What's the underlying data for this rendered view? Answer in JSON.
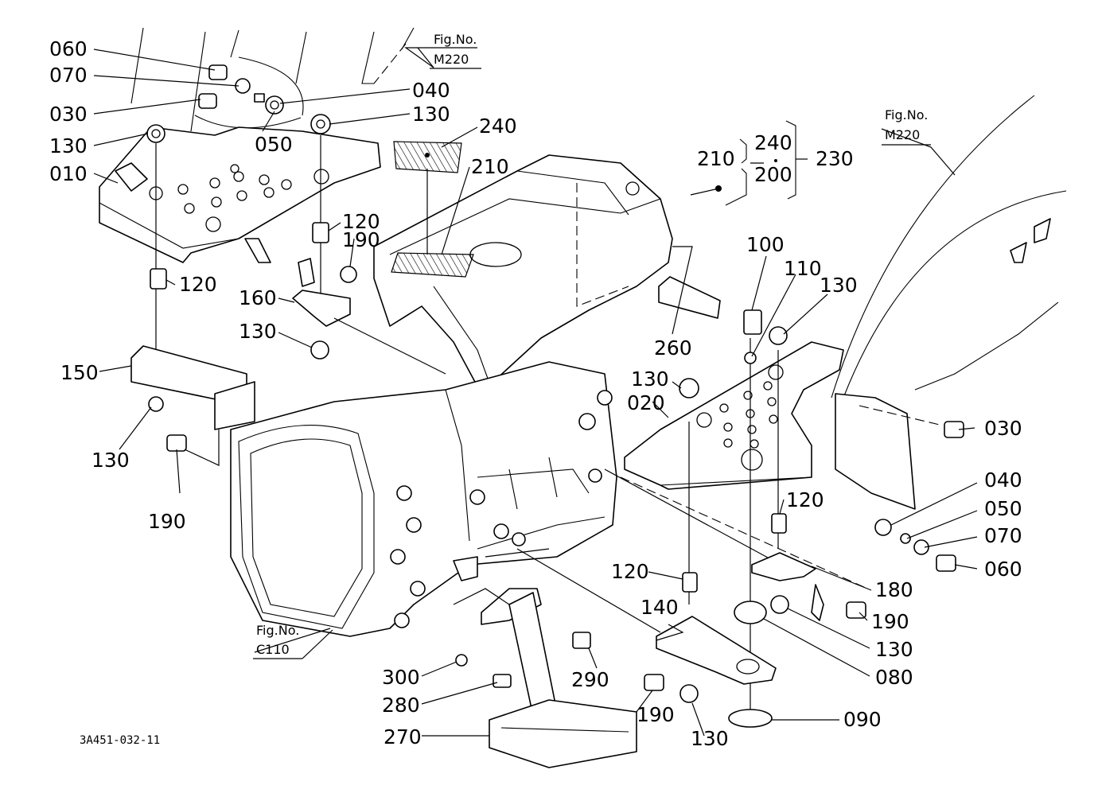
{
  "diagram_code": "3A451-032-11",
  "fig_refs": {
    "top_left": {
      "line1": "Fig.No.",
      "line2": "M220"
    },
    "right": {
      "line1": "Fig.No.",
      "line2": "M220"
    },
    "bottom": {
      "line1": "Fig.No.",
      "line2": "C110"
    }
  },
  "callouts": {
    "c060_tl": "060",
    "c070_tl": "070",
    "c030_tl": "030",
    "c040_tl": "040",
    "c050_tl": "050",
    "c130_tl_a": "130",
    "c130_tl_b": "130",
    "c010": "010",
    "c240_top": "240",
    "c210_top": "210",
    "c120_a": "120",
    "c190_a": "190",
    "c120_b": "120",
    "c160": "160",
    "c130_c": "130",
    "c150": "150",
    "c130_d": "130",
    "c190_b": "190",
    "c210_kit": "210",
    "c240_kit": "240",
    "c200_kit": "200",
    "c230_kit": "230",
    "c100": "100",
    "c110": "110",
    "c130_e": "130",
    "c260": "260",
    "c130_f": "130",
    "c020": "020",
    "c030_r": "030",
    "c040_r": "040",
    "c050_r": "050",
    "c070_r": "070",
    "c060_r": "060",
    "c120_c": "120",
    "c180": "180",
    "c120_d": "120",
    "c140": "140",
    "c190_c": "190",
    "c130_g": "130",
    "c080": "080",
    "c290": "290",
    "c300": "300",
    "c280": "280",
    "c190_d": "190",
    "c130_h": "130",
    "c090": "090",
    "c270": "270"
  }
}
